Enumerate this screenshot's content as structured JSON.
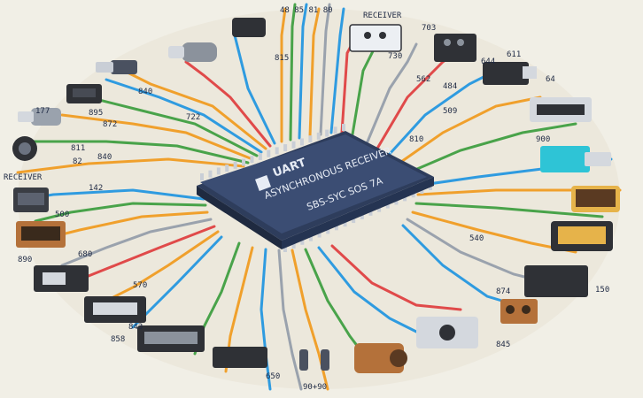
{
  "chip": {
    "title": "UART",
    "subtitle": "ASYNCHRONOUS RECEIVER",
    "code": "SBS-SYC SOS 7A"
  },
  "labels": {
    "top_receiver": "RECEIVER",
    "left_receiver": "RECEIVER",
    "top_nums": "48 85 81 80",
    "n_815": "815",
    "n_730": "730",
    "n_703": "703",
    "n_644": "644",
    "n_611": "611",
    "n_484": "484",
    "n_562": "562",
    "n_64": "64",
    "n_900": "900",
    "n_840": "840",
    "n_872": "872",
    "n_895": "895",
    "n_811": "811",
    "n_177": "177",
    "n_82": "82",
    "n_142": "142",
    "n_500": "500",
    "n_890": "890",
    "n_680": "680",
    "n_570": "570",
    "n_843": "843",
    "n_858": "858",
    "n_650": "650",
    "n_bottom": "90+90",
    "n_845": "845",
    "n_150": "150",
    "n_874": "874",
    "n_540": "540",
    "n_722": "722",
    "n_509": "509",
    "n_840b": "840",
    "n_810": "810"
  },
  "colors": {
    "background": "#f1efe6",
    "chip_body": "#2e3d5c",
    "chip_top": "#3b4d73",
    "wire_blue": "#2f9be0",
    "wire_orange": "#f0a02c",
    "wire_green": "#49a34a",
    "wire_gray": "#9aa2ad",
    "wire_red": "#e04a4a",
    "wire_navy": "#2c3a5a",
    "connector_dark": "#2f3136",
    "connector_gold": "#e6b34a",
    "accent_cyan": "#2ec4d6",
    "accent_brown": "#b4713a"
  }
}
